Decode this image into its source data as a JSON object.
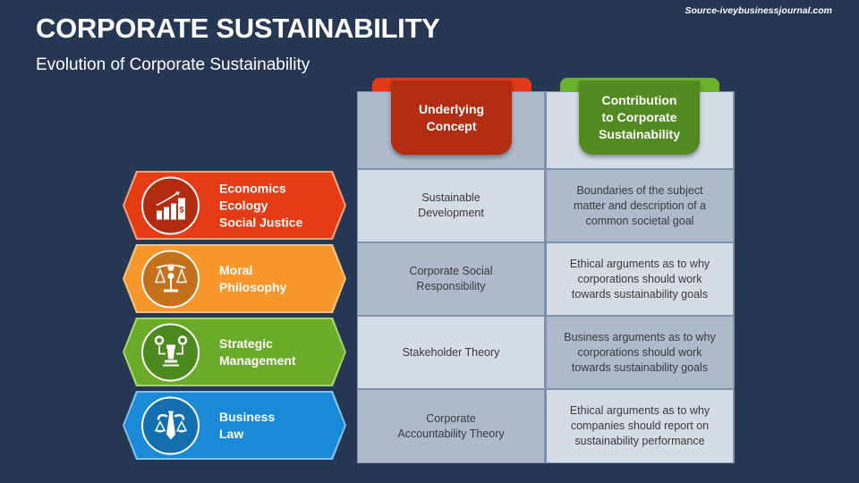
{
  "header": {
    "title": "CORPORATE SUSTAINABILITY",
    "subtitle": "Evolution of Corporate Sustainability",
    "source": "Source-iveybusinessjournal.com"
  },
  "disciplines": [
    {
      "lines": [
        "Economics",
        "Ecology",
        "Social Justice"
      ],
      "icon": "growth-chart-dollar-icon",
      "color": "#e63c16"
    },
    {
      "lines": [
        "Moral",
        "Philosophy"
      ],
      "icon": "balance-scale-icon",
      "color": "#f7962a"
    },
    {
      "lines": [
        "Strategic",
        "Management"
      ],
      "icon": "strategy-chess-gears-icon",
      "color": "#6aac2a"
    },
    {
      "lines": [
        "Business",
        "Law"
      ],
      "icon": "law-scale-tie-icon",
      "color": "#1b8ad6"
    }
  ],
  "table": {
    "headers": [
      {
        "lines": [
          "Underlying",
          "Concept"
        ],
        "color": "#b32d12"
      },
      {
        "lines": [
          "Contribution",
          "to Corporate",
          "Sustainability"
        ],
        "color": "#548a22"
      }
    ],
    "rows": [
      {
        "concept": [
          "Sustainable",
          "Development"
        ],
        "contribution": [
          "Boundaries of the subject",
          "matter and description of a",
          "common societal goal"
        ]
      },
      {
        "concept": [
          "Corporate Social",
          "Responsibility"
        ],
        "contribution": [
          "Ethical arguments as to why",
          "corporations should work",
          "towards sustainability goals"
        ]
      },
      {
        "concept": [
          "Stakeholder Theory"
        ],
        "contribution": [
          "Business arguments as to why",
          "corporations should work",
          "towards sustainability goals"
        ]
      },
      {
        "concept": [
          "Corporate",
          "Accountability Theory"
        ],
        "contribution": [
          "Ethical arguments as to why",
          "companies should report on",
          "sustainability performance"
        ]
      }
    ]
  }
}
